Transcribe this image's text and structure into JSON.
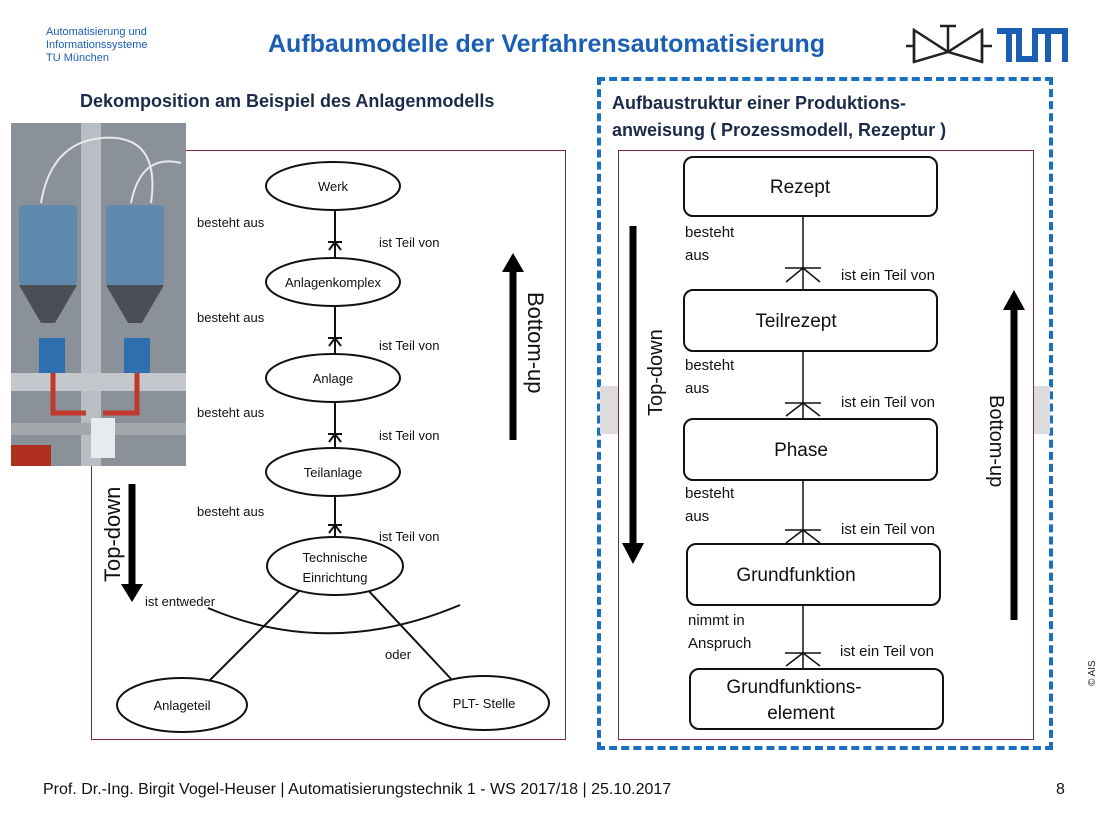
{
  "header": {
    "institute": [
      "Automatisierung und",
      "Informationssysteme",
      "TU München"
    ],
    "title": "Aufbaumodelle der Verfahrensautomatisierung"
  },
  "left": {
    "subtitle": "Dekomposition am Beispiel des Anlagenmodells",
    "nodes": [
      "Werk",
      "Anlagenkomplex",
      "Anlage",
      "Teilanlage",
      "Technische",
      "Einrichtung",
      "Anlageteil",
      "PLT- Stelle"
    ],
    "label_besteht": "besteht aus",
    "label_teil": "ist Teil von",
    "label_entweder": "ist entweder",
    "label_oder": "oder",
    "bottom_up": "Bottom-up",
    "top_down": "Top-down"
  },
  "right": {
    "subtitle_lines": [
      "Aufbaustruktur einer Produktions-",
      "anweisung ( Prozessmodell, Rezeptur )"
    ],
    "boxes": [
      "Rezept",
      "Teilrezept",
      "Phase",
      "Grundfunktion",
      "Grundfunktions-",
      "element"
    ],
    "label_besteht": "besteht",
    "label_aus": "aus",
    "label_teil": "ist ein Teil von",
    "label_nimmt": "nimmt in",
    "label_anspruch": "Anspruch",
    "top_down": "Top-down",
    "bottom_up": "Bottom-up"
  },
  "footer": {
    "text": "Prof. Dr.-Ing. Birgit Vogel-Heuser | Automatisierungstechnik 1 - WS 2017/18 | 25.10.2017",
    "page": "8",
    "copyright": "© AIS"
  },
  "colors": {
    "accent": "#1a5fb4",
    "dashed": "#1a6fc0",
    "frame": "#7b2a3a"
  }
}
